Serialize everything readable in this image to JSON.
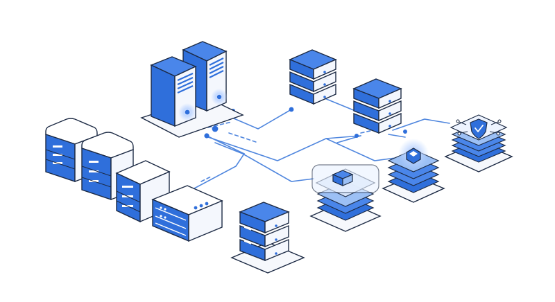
{
  "palette": {
    "primary_blue": "#2f6fdb",
    "mid_blue": "#4a86ea",
    "light_blue": "#9cc0f5",
    "pale_blue": "#dbe8fc",
    "outline": "#1c2a44",
    "connector": "#4f86de",
    "platform": "#f6f8fc",
    "glow": "#cfe0ff"
  },
  "icons": {
    "tower_servers": "server-tower-icon",
    "rack_servers": "rack-server-icon",
    "stack_servers": "database-stack-icon",
    "cloud_layers": "layered-cloud-node-icon",
    "security": "shield-security-icon"
  },
  "nodes": [
    {
      "id": "tower-server-a",
      "kind": "tower"
    },
    {
      "id": "tower-server-b",
      "kind": "tower"
    },
    {
      "id": "rack-server-1",
      "kind": "rack"
    },
    {
      "id": "rack-server-2",
      "kind": "rack"
    },
    {
      "id": "rack-server-3",
      "kind": "rack"
    },
    {
      "id": "rack-server-4",
      "kind": "rack"
    },
    {
      "id": "stack-server-top",
      "kind": "stack"
    },
    {
      "id": "stack-server-mid",
      "kind": "stack"
    },
    {
      "id": "stack-server-bottom",
      "kind": "stack"
    },
    {
      "id": "layer-node-center",
      "kind": "layer"
    },
    {
      "id": "layer-node-right",
      "kind": "layer"
    },
    {
      "id": "shield-node",
      "kind": "security"
    }
  ]
}
